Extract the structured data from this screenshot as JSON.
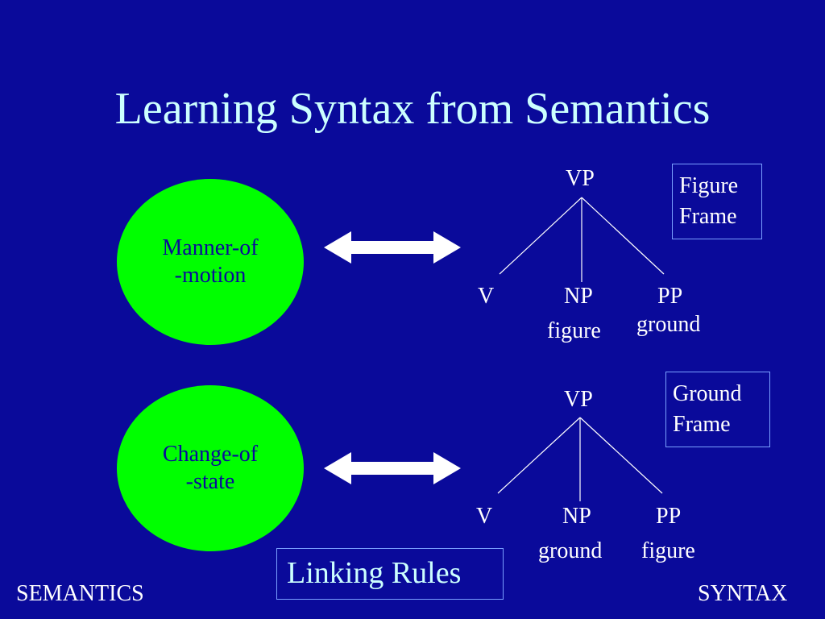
{
  "title": "Learning Syntax from Semantics",
  "colors": {
    "background": "#0a0a9a",
    "title": "#ccffff",
    "oval_fill": "#00ff00",
    "text": "#ffffff",
    "arrow": "#ffffff",
    "box_border": "#7aa0ff"
  },
  "rows": [
    {
      "semantic_label_line1": "Manner-of",
      "semantic_label_line2": "-motion",
      "tree": {
        "root": "VP",
        "children": [
          {
            "label": "V",
            "role": ""
          },
          {
            "label": "NP",
            "role": "figure"
          },
          {
            "label": "PP",
            "role": "ground"
          }
        ]
      },
      "frame_line1": "Figure",
      "frame_line2": "Frame"
    },
    {
      "semantic_label_line1": "Change-of",
      "semantic_label_line2": "-state",
      "tree": {
        "root": "VP",
        "children": [
          {
            "label": "V",
            "role": ""
          },
          {
            "label": "NP",
            "role": "ground"
          },
          {
            "label": "PP",
            "role": "figure"
          }
        ]
      },
      "frame_line1": "Ground",
      "frame_line2": "Frame"
    }
  ],
  "linking_rules": "Linking Rules",
  "footer_left": "SEMANTICS",
  "footer_right": "SYNTAX"
}
